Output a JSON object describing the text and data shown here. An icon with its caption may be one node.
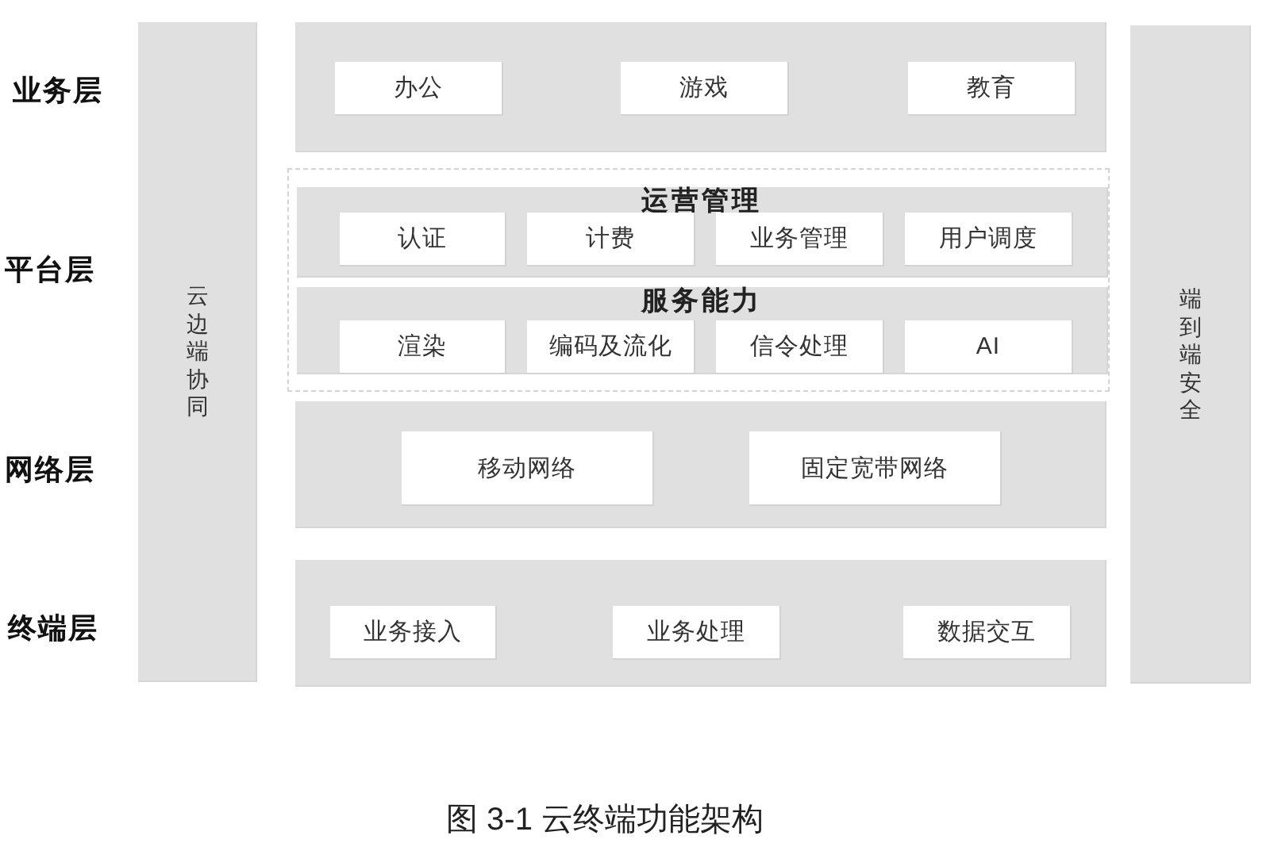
{
  "diagram": {
    "caption": "图 3-1 云终端功能架构",
    "nodes": [
      {
        "text": [
          "云边端协同"
        ]
      },
      {
        "text": [],
        "shape": "box"
      },
      {
        "text": [
          "办公"
        ],
        "in": 1
      },
      {
        "text": [
          "游戏"
        ],
        "in": 1
      },
      {
        "text": [
          "教育"
        ],
        "in": 1
      },
      {
        "text": [],
        "shape": "box"
      },
      {
        "text": [
          "运营管理"
        ],
        "in": 5
      },
      {
        "text": [
          "认证"
        ],
        "in": 6
      },
      {
        "text": [
          "计费"
        ],
        "in": 6
      },
      {
        "text": [
          "业务管理"
        ],
        "in": 6
      },
      {
        "text": [
          "用户调度"
        ],
        "in": 6
      },
      {
        "text": [
          "服务能力"
        ],
        "in": 5
      },
      {
        "text": [
          "渲染"
        ],
        "in": 11
      },
      {
        "text": [
          "编码及流化"
        ],
        "in": 11
      },
      {
        "text": [
          "信令处理"
        ],
        "in": 11
      },
      {
        "text": [
          "AI"
        ],
        "in": 11
      },
      {
        "text": [],
        "shape": "box"
      },
      {
        "text": [
          "移动网络"
        ],
        "in": 16
      },
      {
        "text": [
          "固定宽带网络"
        ],
        "in": 16
      },
      {
        "text": [],
        "shape": "box"
      },
      {
        "text": [
          "业务接入"
        ],
        "in": 19
      },
      {
        "text": [
          "业务处理"
        ],
        "in": 19
      },
      {
        "text": [
          "数据交互"
        ],
        "in": 19
      },
      {
        "text": [
          "端到端安全"
        ]
      }
    ],
    "labels": [
      "业务层",
      "平台层",
      "网络层",
      "终端层"
    ]
  }
}
